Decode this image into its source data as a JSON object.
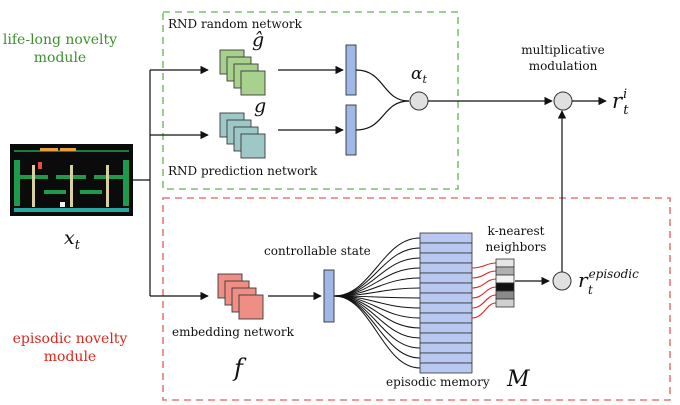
{
  "modules": {
    "lifelong": {
      "line1": "life-long novelty",
      "line2": "module",
      "color": "#3f8f2e"
    },
    "episodic": {
      "line1": "episodic novelty",
      "line2": "module",
      "color": "#d8281c"
    }
  },
  "labels": {
    "rnd_random": "RND random network",
    "rnd_prediction": "RND prediction network",
    "multiplicative_line1": "multiplicative",
    "multiplicative_line2": "modulation",
    "controllable_state": "controllable state",
    "embedding_network": "embedding network",
    "knn_line1": "k-nearest",
    "knn_line2": "neighbors",
    "episodic_memory": "episodic memory"
  },
  "symbols": {
    "g_hat": "ĝ",
    "g": "g",
    "alpha": "α",
    "alpha_sub": "t",
    "x": "x",
    "x_sub": "t",
    "f": "f",
    "M": "M",
    "r": "r",
    "r_sup_i": "i",
    "r_sub": "t",
    "r_sup_episodic": "episodic"
  },
  "colors": {
    "green_box_border": "#7cc46a",
    "red_box_border": "#e57b74",
    "green_stack": "#a9d18e",
    "teal_stack": "#9ec7c7",
    "red_stack": "#ee8e84",
    "blue_bar": "#9fb8e8",
    "memory_fill": "#b8c8f0",
    "red_link": "#e02020"
  }
}
